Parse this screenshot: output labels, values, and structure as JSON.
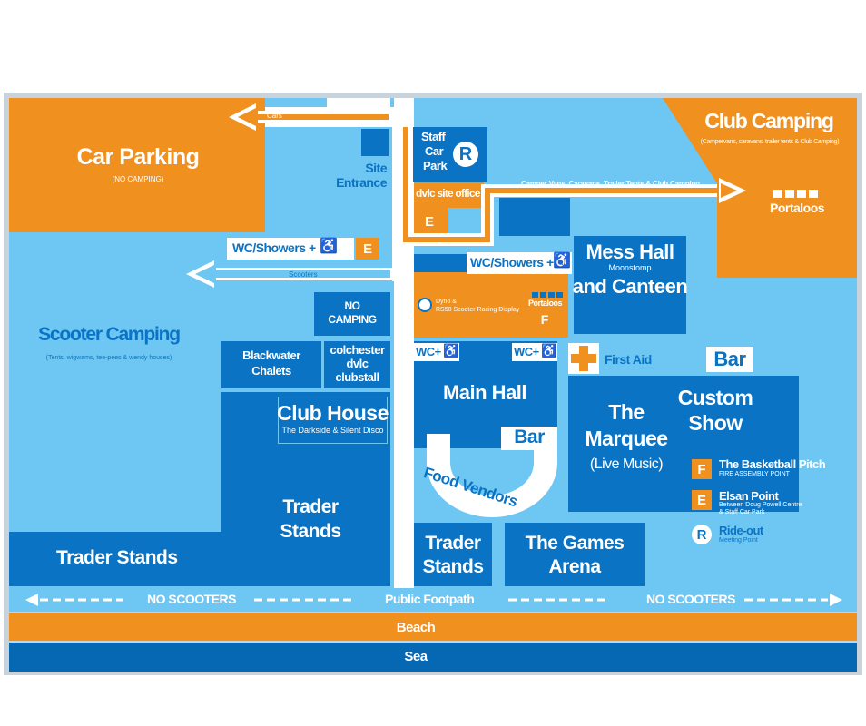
{
  "areas": {
    "car_parking": "Car Parking",
    "car_parking_note": "(NO CAMPING)",
    "club_camping": "Club Camping",
    "club_camping_note": "(Campervans, caravans, trailer tents & Club Camping)",
    "portaloos_right": "Portaloos",
    "site_entrance_1": "Site",
    "site_entrance_2": "Entrance",
    "staff_car_park_1": "Staff",
    "staff_car_park_2": "Car",
    "staff_car_park_3": "Park",
    "dvlc_site_office": "dvlc site office",
    "wc_showers_left": "WC/Showers +",
    "wc_showers_mid": "WC/Showers +",
    "scooter_camping": "Scooter Camping",
    "scooter_camping_note": "(Tents, wigwams, tee-pees & wendy houses)",
    "no_camping_1": "NO",
    "no_camping_2": "CAMPING",
    "blackwater_1": "Blackwater",
    "blackwater_2": "Chalets",
    "colchester_1": "colchester",
    "colchester_2": "dvlc",
    "colchester_3": "clubstall",
    "club_house": "Club House",
    "club_house_note": "The Darkside & Silent Disco",
    "display_1": "Dyno &",
    "display_2": "RS50 Scooter Racing Display",
    "portaloos_mid": "Portaloos",
    "mess_hall": "Mess Hall",
    "mess_hall_note": "Moonstomp",
    "and_canteen": "and Canteen",
    "wc_left": "WC+",
    "wc_right": "WC+",
    "first_aid": "First Aid",
    "bar_top": "Bar",
    "main_hall": "Main Hall",
    "bar_main": "Bar",
    "custom_1": "Custom",
    "custom_2": "Show",
    "marquee_1": "The",
    "marquee_2": "Marquee",
    "marquee_3": "(Live Music)",
    "food_vendors": "Food Vendors",
    "trader_stands_left": "Trader Stands",
    "trader_stands_center_1": "Trader",
    "trader_stands_center_2": "Stands",
    "trader_stands_small_1": "Trader",
    "trader_stands_small_2": "Stands",
    "games_1": "The Games",
    "games_2": "Arena"
  },
  "arrows": {
    "cars": "Cars",
    "scooters": "Scooters",
    "camper_route": "Camper Vans, Caravans, Trailer Tents & Club Camping"
  },
  "footpath": {
    "left": "NO SCOOTERS",
    "center": "Public Footpath",
    "right": "NO SCOOTERS",
    "beach": "Beach",
    "sea": "Sea"
  },
  "legend": {
    "f_letter": "F",
    "f_title": "The Basketball Pitch",
    "f_note": "FIRE ASSEMBLY POINT",
    "e_letter": "E",
    "e_title": "Elsan Point",
    "e_note_1": "Between Doug Powell Centre",
    "e_note_2": "& Staff Car Park",
    "r_letter": "R",
    "r_title": "Ride-out",
    "r_note": "Meeting Point"
  },
  "markers": {
    "e_letter": "E",
    "f_letter": "F",
    "r_letter": "R"
  },
  "colors": {
    "light_blue": "#6ec6f2",
    "mid_blue": "#0a73c4",
    "orange": "#f0901e",
    "dark_blue": "#0668b3",
    "white": "#ffffff"
  },
  "icons": [
    "wheelchair-icon",
    "first-aid-cross-icon",
    "portaloos-icon",
    "double-arrow-icon"
  ]
}
